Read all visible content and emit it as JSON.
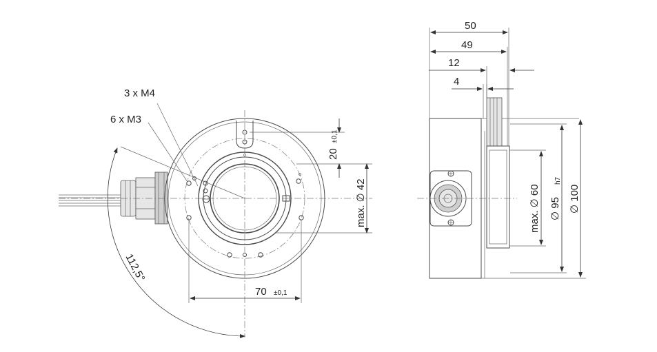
{
  "front_view": {
    "label_m4": "3 x M4",
    "label_m3": "6 x M3",
    "dim_20": "20",
    "dim_20_tol": "±0,1",
    "dim_42": "max. ∅ 42",
    "dim_70": "70",
    "dim_70_tol": "±0,1",
    "dim_angle": "112,5°"
  },
  "side_view": {
    "dim_50": "50",
    "dim_49": "49",
    "dim_12": "12",
    "dim_4": "4",
    "dim_60": "max. ∅ 60",
    "dim_95": "∅ 95",
    "dim_95_tol": "h7",
    "dim_100": "∅ 100"
  }
}
